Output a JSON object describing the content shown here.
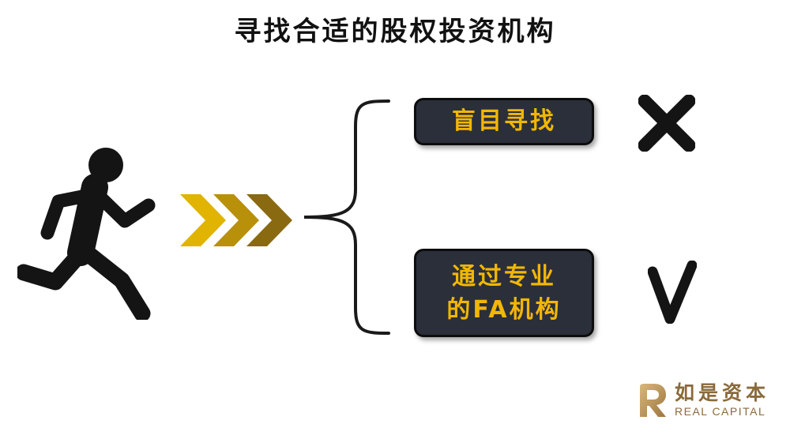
{
  "title": "寻找合适的股权投资机构",
  "options": [
    {
      "label": "盲目寻找",
      "result_icon": "cross-icon"
    },
    {
      "lines": [
        "通过专业",
        "的FA机构"
      ],
      "result_icon": "check-icon"
    }
  ],
  "colors": {
    "box_bg": "#2b2f3a",
    "box_text": "#f2b705",
    "icon_dark": "#141414",
    "chevron_gold": "#e0b400",
    "chevron_mid": "#b8900a",
    "chevron_dark": "#8a6a10",
    "brand": "#8a6a3b"
  },
  "logo": {
    "cn": "如是资本",
    "en": "REAL CAPITAL"
  }
}
